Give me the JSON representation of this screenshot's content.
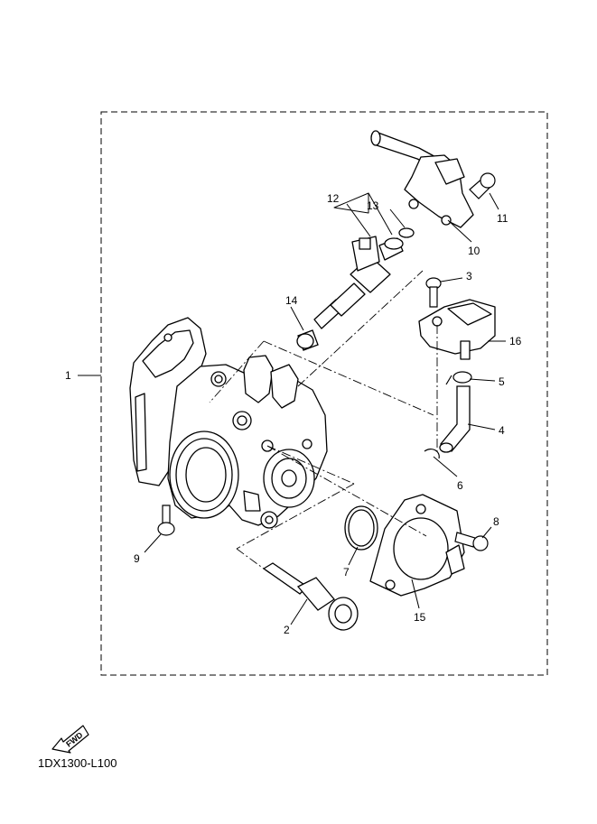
{
  "diagram": {
    "callouts": [
      "1",
      "2",
      "3",
      "4",
      "5",
      "6",
      "7",
      "8",
      "9",
      "10",
      "11",
      "12",
      "13",
      "14",
      "15",
      "16"
    ],
    "fwd_label": "FWD",
    "part_code": "1DX1300-L100"
  }
}
